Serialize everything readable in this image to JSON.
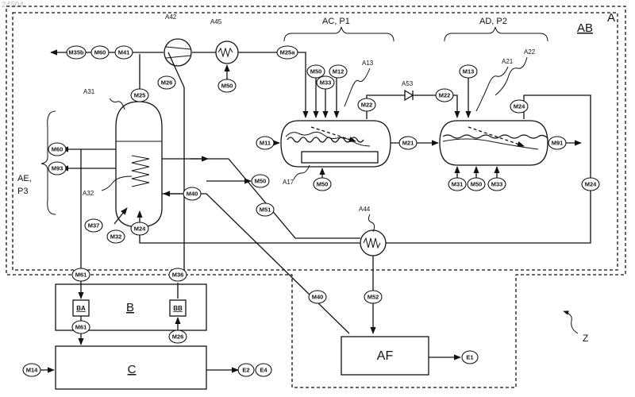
{
  "watermark": "24504",
  "regions": {
    "A": "A",
    "AB": "AB",
    "B": "B",
    "C": "C",
    "AF": "AF",
    "Z": "Z",
    "AC_P1": "AC, P1",
    "AD_P2": "AD, P2",
    "AE": "AE,",
    "P3": "P3"
  },
  "components": {
    "A31": "A31",
    "A32": "A32",
    "A42": "A42",
    "A45": "A45",
    "A13": "A13",
    "A17": "A17",
    "A21": "A21",
    "A22": "A22",
    "A53": "A53",
    "A44": "A44",
    "BA": "BA",
    "BB": "BB"
  },
  "streams": {
    "M35b": "M35b",
    "M60": "M60",
    "M41": "M41",
    "M26": "M26",
    "M25": "M25",
    "M25a": "M25a",
    "M50": "M50",
    "M33": "M33",
    "M12": "M12",
    "M22": "M22",
    "M13": "M13",
    "M24": "M24",
    "M11": "M11",
    "M21": "M21",
    "M91": "M91",
    "M31": "M31",
    "M93": "M93",
    "M40": "M40",
    "M51": "M51",
    "M37": "M37",
    "M32": "M32",
    "M61": "M61",
    "M36": "M36",
    "M52": "M52",
    "M14": "M14",
    "E1": "E1",
    "E2": "E2",
    "E4": "E4"
  }
}
